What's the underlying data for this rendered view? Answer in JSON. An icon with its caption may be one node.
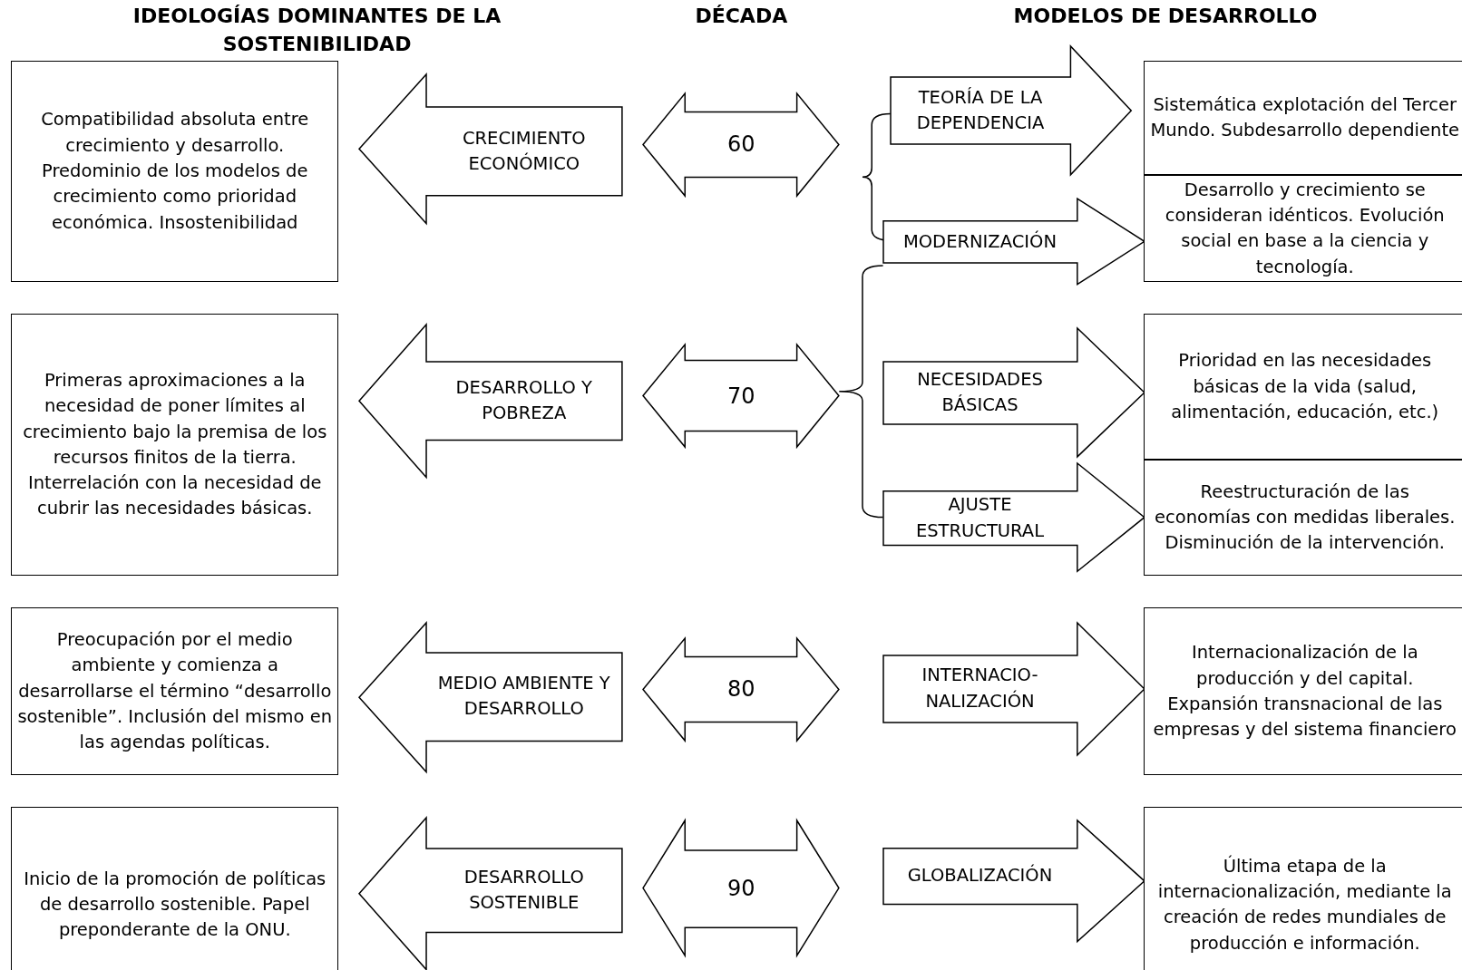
{
  "diagram": {
    "nodes": [
      {
        "text": [
          "Compatibilidad absoluta entre crecimiento y desarrollo. Predominio de los modelos de crecimiento como prioridad económica. Insostenibilidad"
        ]
      },
      {
        "text": [
          "CRECIMIENTO ECONÓMICO"
        ]
      },
      {
        "text": [
          "60"
        ]
      },
      {
        "text": [
          "TEORÍA DE LA DEPENDENCIA"
        ]
      },
      {
        "text": [
          "Sistemática explotación del Tercer Mundo. Subdesarrollo dependiente"
        ]
      },
      {
        "text": [
          "MODERNIZACIÓN"
        ]
      },
      {
        "text": [
          "Desarrollo y crecimiento se consideran idénticos. Evolución social en base a la ciencia y tecnología."
        ]
      },
      {
        "text": [
          "Primeras aproximaciones a la necesidad de poner límites al crecimiento bajo la premisa de los recursos finitos de la tierra. Interrelación con la necesidad de cubrir las necesidades básicas."
        ]
      },
      {
        "text": [
          "DESARROLLO Y POBREZA"
        ]
      },
      {
        "text": [
          "70"
        ]
      },
      {
        "text": [
          "NECESIDADES BÁSICAS"
        ]
      },
      {
        "text": [
          "Prioridad en las necesidades básicas de la vida (salud, alimentación, educación, etc.)"
        ]
      },
      {
        "text": [
          "AJUSTE ESTRUCTURAL"
        ]
      },
      {
        "text": [
          "Reestructuración de las economías con medidas liberales. Disminución de la intervención."
        ]
      },
      {
        "text": [
          "Preocupación por el medio ambiente y comienza a desarrollarse el término “desarrollo sostenible”. Inclusión del mismo en las agendas políticas."
        ]
      },
      {
        "text": [
          "MEDIO AMBIENTE Y DESARROLLO"
        ]
      },
      {
        "text": [
          "80"
        ]
      },
      {
        "text": [
          "INTERNACIO-NALIZACIÓN"
        ]
      },
      {
        "text": [
          "Internacionalización de la producción y del capital. Expansión transnacional de las empresas y del sistema financiero"
        ]
      },
      {
        "text": [
          "Inicio de la promoción de políticas de desarrollo sostenible. Papel preponderante de la ONU."
        ]
      },
      {
        "text": [
          "DESARROLLO SOSTENIBLE"
        ]
      },
      {
        "text": [
          "90"
        ]
      },
      {
        "text": [
          "GLOBALIZACIÓN"
        ]
      },
      {
        "text": [
          "Última etapa de la internacionalización, mediante la creación de redes mundiales de producción e información."
        ]
      }
    ],
    "labels": [
      "IDEOLOGÍAS DOMINANTES DE LA SOSTENIBILIDAD",
      "DÉCADA",
      "MODELOS DE DESARROLLO"
    ]
  }
}
